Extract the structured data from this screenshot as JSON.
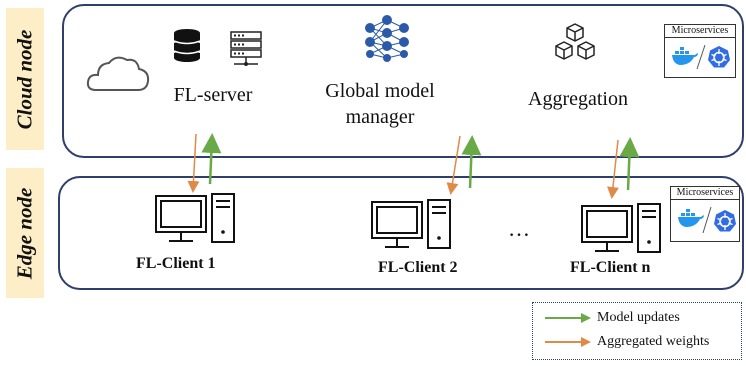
{
  "cloud_label": "Cloud node",
  "edge_label": "Edge node",
  "cloud": {
    "server_label": "FL-server",
    "manager_label_line1": "Global model",
    "manager_label_line2": "manager",
    "aggregation_label": "Aggregation",
    "microservices_label": "Microservices"
  },
  "edge": {
    "clients": [
      "FL-Client 1",
      "FL-Client 2",
      "FL-Client n"
    ],
    "ellipsis": "…",
    "microservices_label": "Microservices"
  },
  "legend": {
    "items": [
      {
        "label": "Model updates",
        "color": "#6aaa46"
      },
      {
        "label": "Aggregated weights",
        "color": "#e08a4a"
      }
    ]
  },
  "icons": [
    "cloud-icon",
    "database-icon",
    "server-rack-icon",
    "neural-network-icon",
    "cubes-icon",
    "docker-icon",
    "kubernetes-icon",
    "desktop-computer-icon"
  ]
}
